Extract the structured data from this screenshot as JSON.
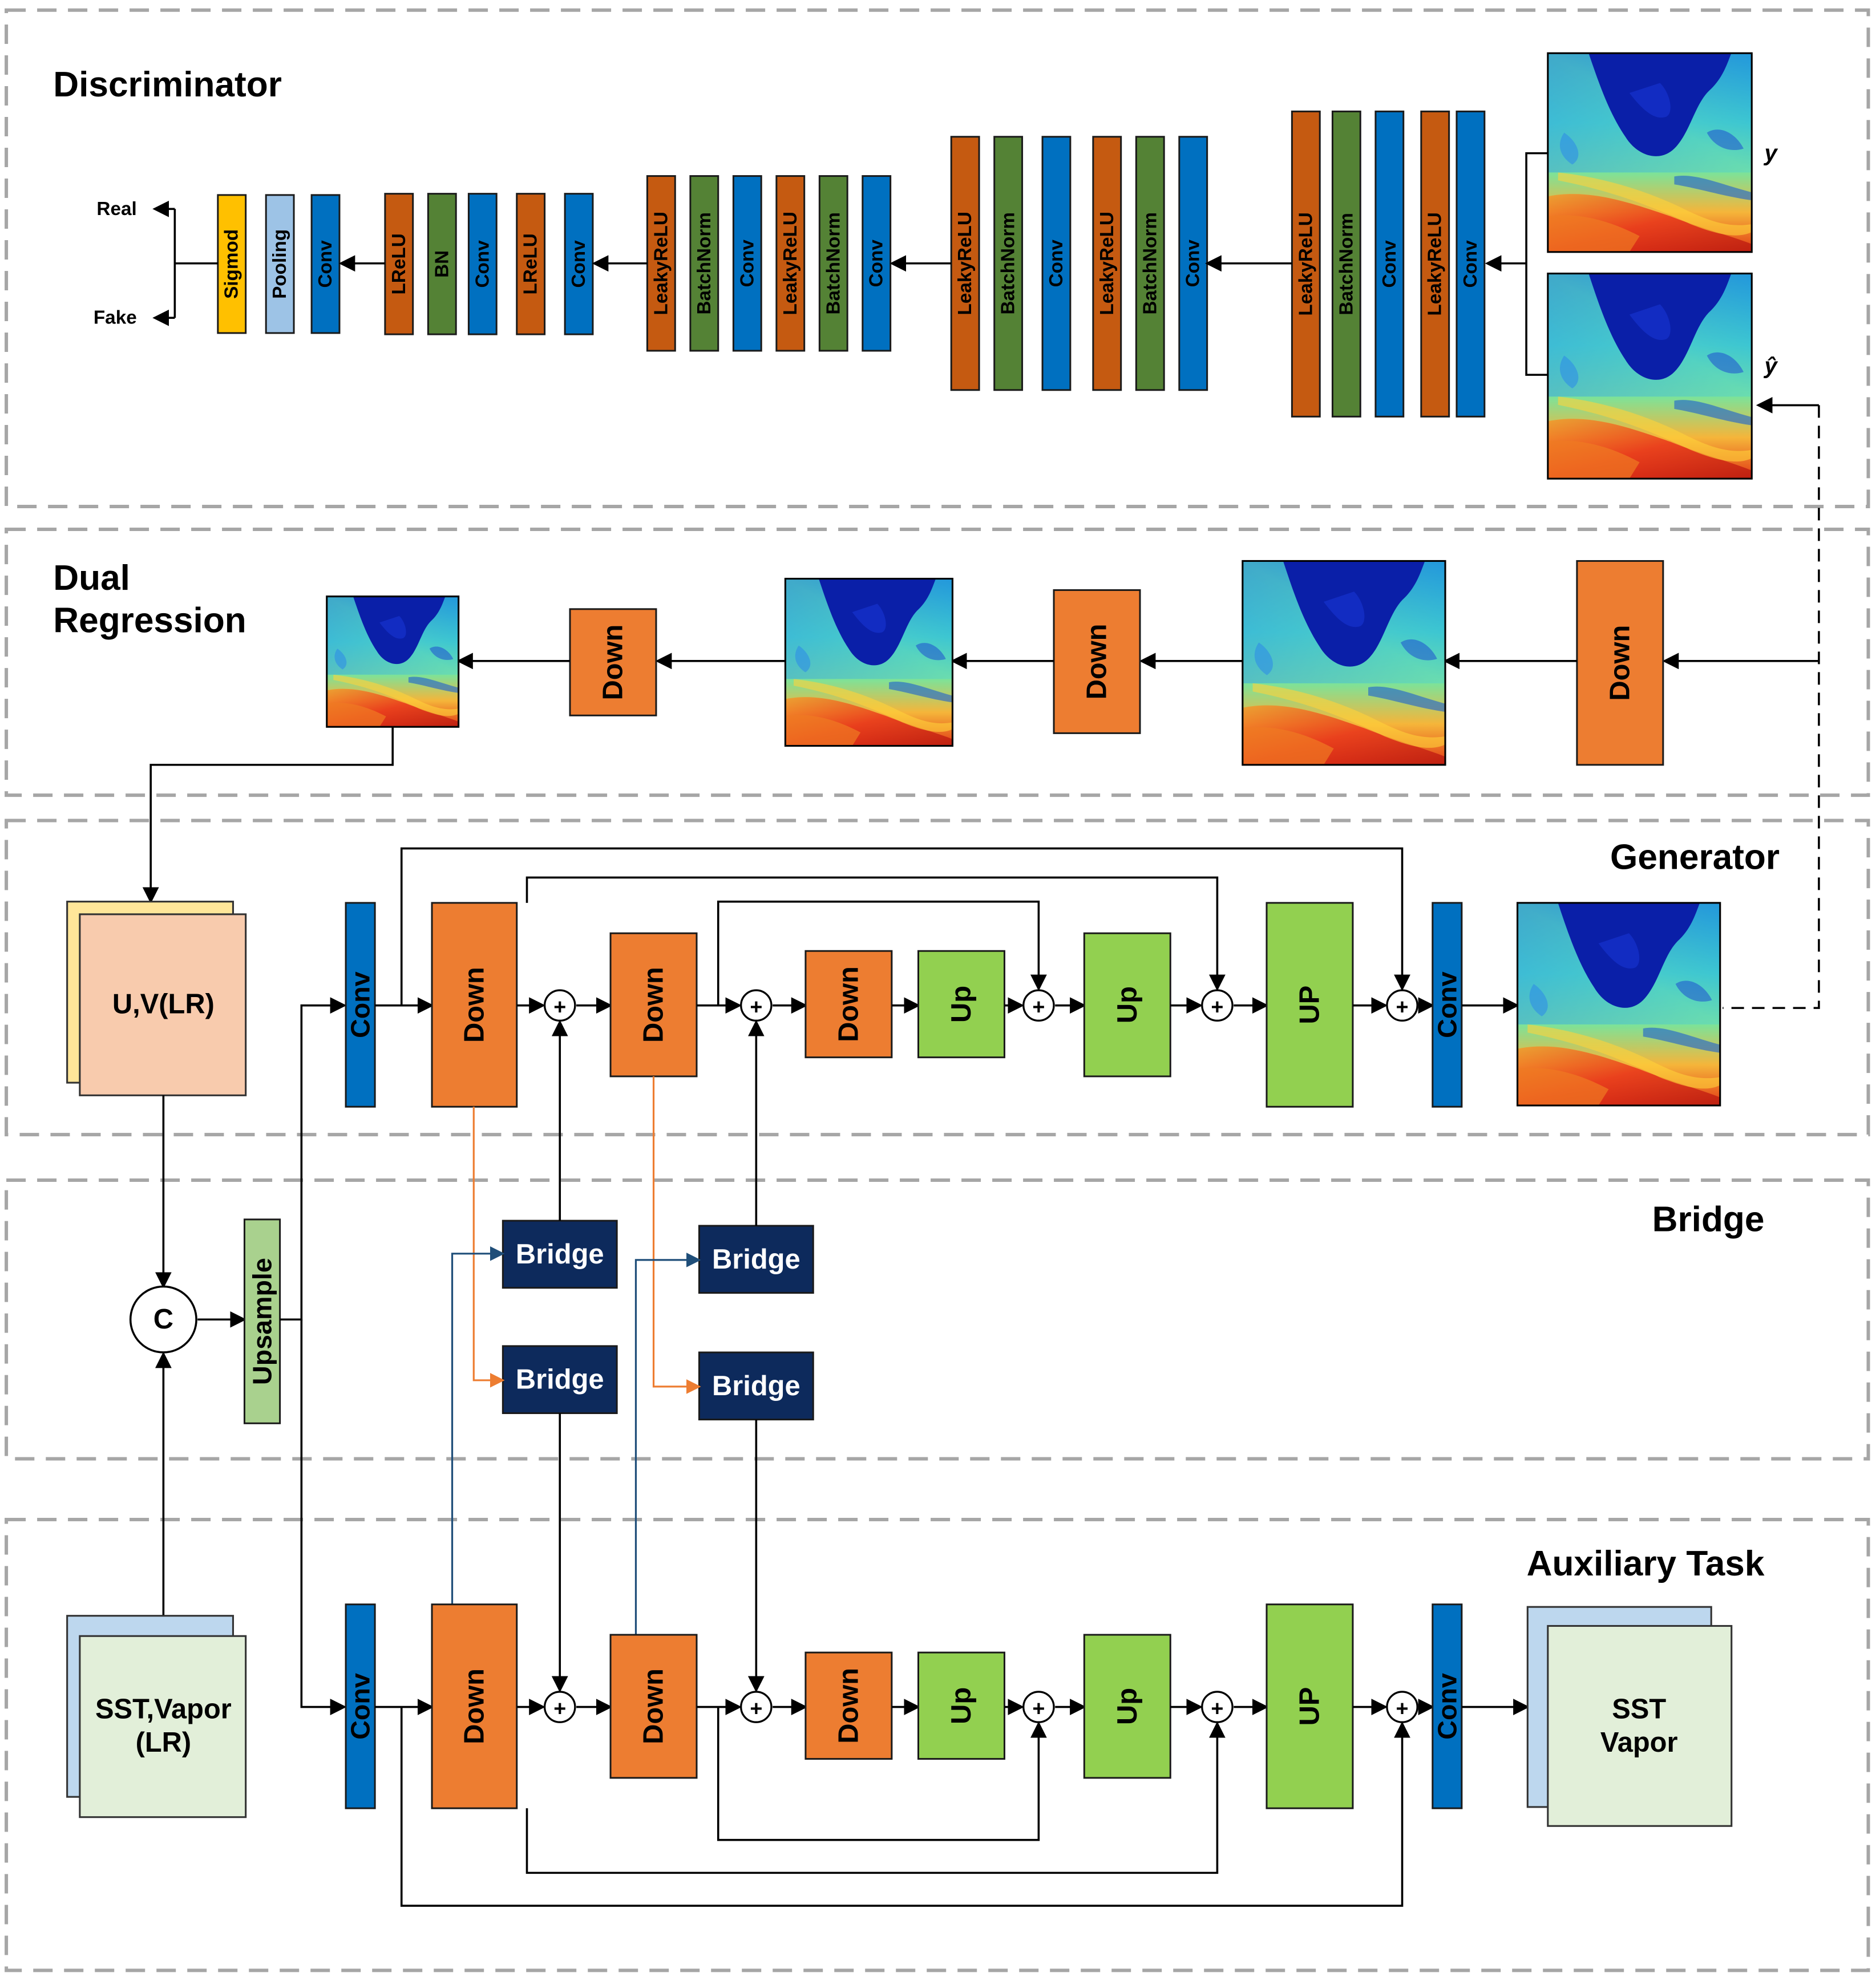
{
  "panels": {
    "discriminator": "Discriminator",
    "dual_regression": "Dual\nRegression",
    "generator": "Generator",
    "bridge": "Bridge",
    "auxiliary": "Auxiliary Task"
  },
  "discriminator": {
    "outputs": {
      "real": "Real",
      "fake": "Fake"
    },
    "head_layers": [
      "Sigmod",
      "Pooling",
      "Conv"
    ],
    "stage1": [
      "LReLU",
      "BN",
      "Conv",
      "LReLU",
      "Conv"
    ],
    "stage2": [
      "LeakyReLU",
      "BatchNorm",
      "Conv",
      "LeakyReLU",
      "BatchNorm",
      "Conv"
    ],
    "stage3": [
      "LeakyReLU",
      "BatchNorm",
      "Conv",
      "LeakyReLU",
      "BatchNorm",
      "Conv"
    ],
    "stage4": [
      "LeakyReLU",
      "BatchNorm",
      "Conv",
      "LeakyReLU",
      "Conv"
    ],
    "inputs": {
      "real_label": "y",
      "fake_label": "ŷ"
    }
  },
  "dual_regression": {
    "down_label": "Down"
  },
  "generator": {
    "input_label": "U,V(LR)",
    "concat_label": "C",
    "upsample_label": "Upsample",
    "conv_label": "Conv",
    "down_label": "Down",
    "up_label": "Up",
    "up_final_label": "UP",
    "add_symbol": "+"
  },
  "bridge": {
    "block_label": "Bridge"
  },
  "auxiliary": {
    "input_label": "SST,Vapor\n(LR)",
    "output_label": "SST\nVapor",
    "conv_label": "Conv",
    "down_label": "Down",
    "up_label": "Up",
    "up_final_label": "UP",
    "add_symbol": "+"
  },
  "colors": {
    "relu": "#c55a11",
    "norm": "#548235",
    "conv": "#0070c0",
    "sigmoid": "#ffc000",
    "pooling": "#9dc3e6",
    "down": "#ed7d31",
    "up": "#92d050",
    "upsample": "#a9d18e",
    "bridge": "#0d2a5c",
    "uv_front": "#f8cbad",
    "uv_back": "#ffe699",
    "sst_front": "#e2efd9",
    "sst_back": "#bdd7ee"
  }
}
